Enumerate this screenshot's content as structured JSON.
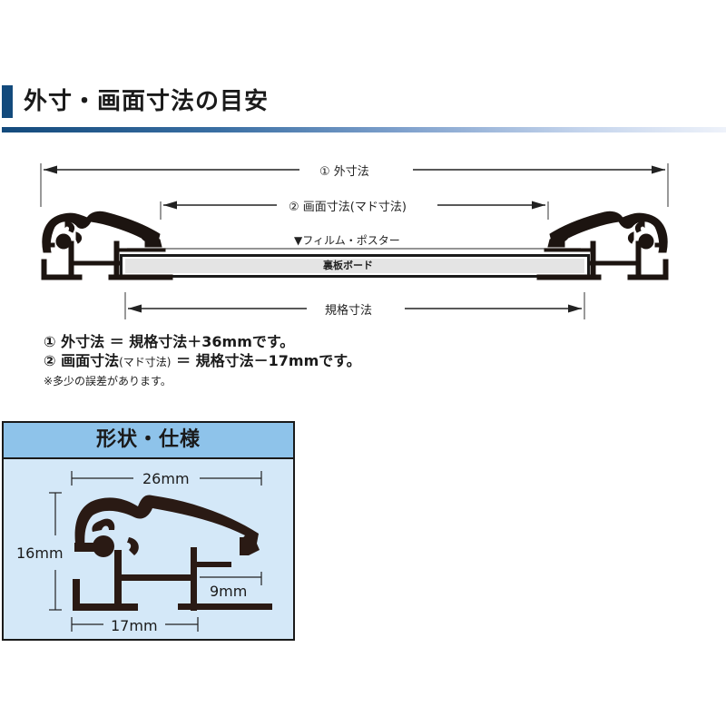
{
  "section": {
    "title": "外寸・画面寸法の目安",
    "accent_color": "#134a7c"
  },
  "diagram": {
    "outer_dimension_label": "① 外寸法",
    "screen_dimension_label": "② 画面寸法(マド寸法)",
    "film_poster_label": "▼フィルム・ポスター",
    "back_board_label": "裏板ボード",
    "standard_dimension_label": "規格寸法"
  },
  "notes": {
    "line1_prefix": "① 外寸法 ＝ 規格寸法＋36mmです。",
    "line2_main": "② 画面寸法",
    "line2_small": "(マド寸法)",
    "line2_rest": " ＝ 規格寸法－17mmです。",
    "disclaimer": "※多少の誤差があります。"
  },
  "spec": {
    "title": "形状・仕様",
    "header_color": "#8ec3ea",
    "body_color": "#d4e8f8",
    "width_label": "26mm",
    "height_label": "16mm",
    "depth_label": "9mm",
    "base_label": "17mm"
  }
}
